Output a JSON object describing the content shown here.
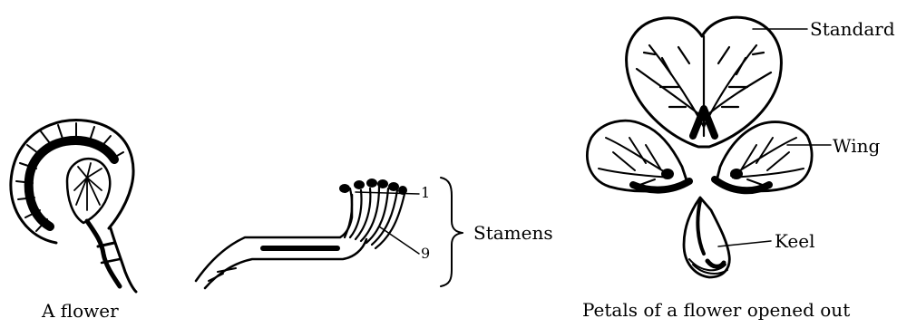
{
  "figure": {
    "flower_caption": "A flower",
    "stamens": {
      "label": "Stamens",
      "top_number": "1",
      "bottom_number": "9"
    },
    "petals": {
      "caption": "Petals of a flower opened out",
      "standard": "Standard",
      "wing": "Wing",
      "keel": "Keel"
    }
  }
}
